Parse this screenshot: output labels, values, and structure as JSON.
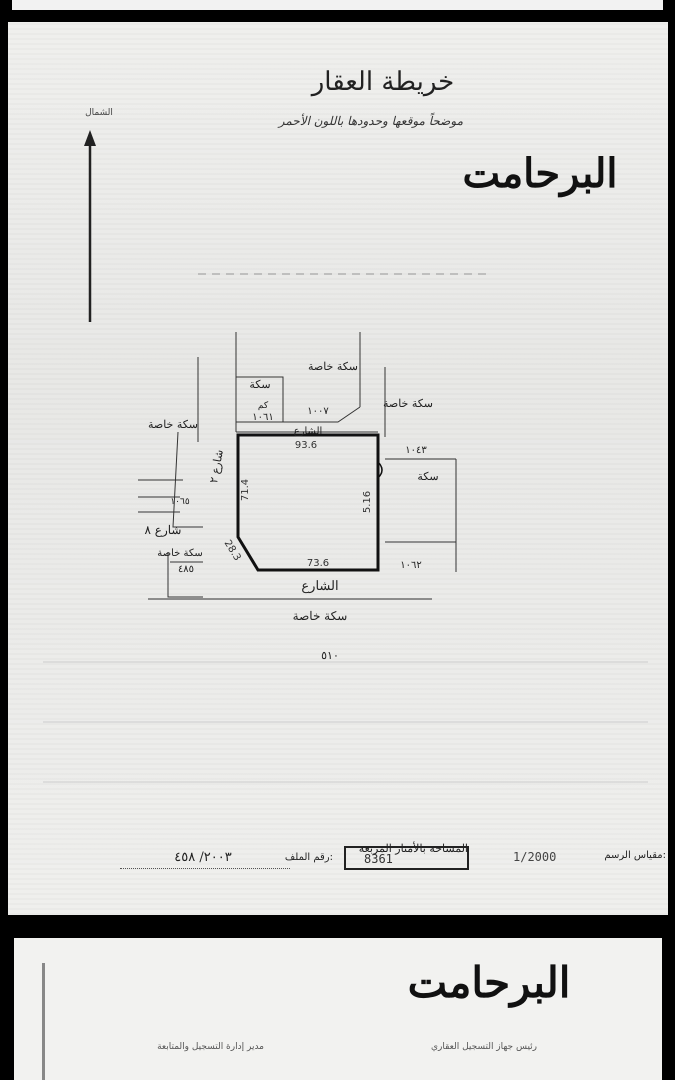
{
  "map_sheet": {
    "title": "خريطة العقار",
    "subtitle": "موضحاً موقعها وحدودها باللون الأحمر",
    "handwritten_note": "البرحامت",
    "north_label": "الشمال",
    "parcel": {
      "side_top": "93.6",
      "side_right": "5.16",
      "side_bottom": "73.6",
      "side_left": "71.4",
      "side_chamfer": "28.3"
    },
    "labels": {
      "private_road_top": "سكة خاصة",
      "private_road_top_left": "سكة",
      "private_road_right": "سكة خاصة",
      "private_road_right_2": "سكة",
      "private_road_left": "سكة خاصة",
      "private_road_bottom_left": "سكة خاصة",
      "private_road_bottom": "سكة خاصة",
      "street_top": "الشارع",
      "street_left": "شارع ٢",
      "street_8": "شارع ٨",
      "street_bottom": "الشارع",
      "plot_1007": "١٠٠٧",
      "plot_1061": "١٠٦١",
      "plot_1043": "١٠٤٣",
      "plot_1062": "١٠٦٢",
      "plot_1065": "١٠٦٥",
      "plot_485": "٤٨٥",
      "block_510": "٥١٠",
      "kam": "كم"
    },
    "footer": {
      "area_label": "المساحة بالأمتار المربعة",
      "area_value": "8361",
      "scale_label": "مقياس الرسم:",
      "scale_value": "1/2000",
      "file_label": "رقم الملف:",
      "file_value": "٢٠٠٣/ ٤٥٨"
    }
  },
  "signature_sheet": {
    "handwritten_note": "البرحامت",
    "left_signatory": "مدير إدارة التسجيل والمتابعة",
    "right_signatory": "رئيس جهاز التسجيل العقاري"
  }
}
